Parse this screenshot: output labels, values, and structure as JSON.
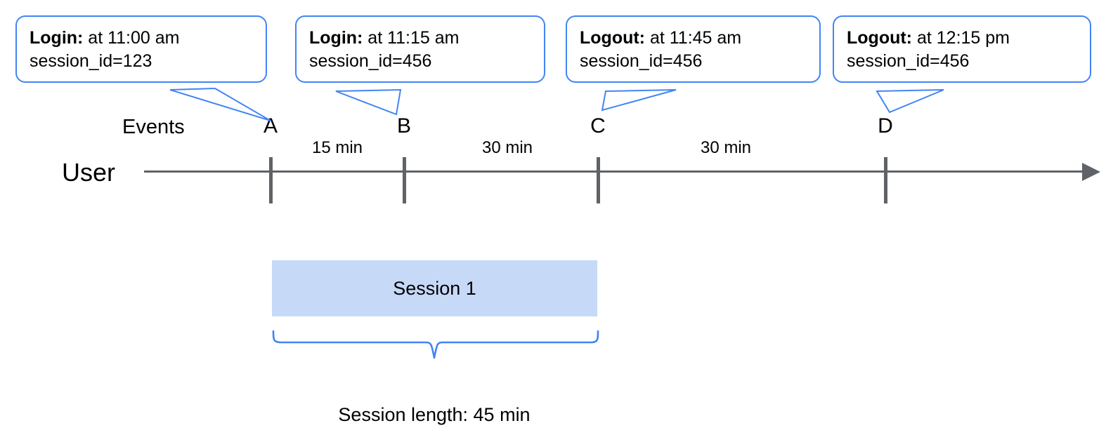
{
  "diagram": {
    "row_labels": {
      "events": "Events",
      "user": "User"
    },
    "callouts": [
      {
        "label": "Login:",
        "time_text": " at 11:00 am",
        "session_text": "session_id=123",
        "anchor": "A"
      },
      {
        "label": "Login:",
        "time_text": " at 11:15 am",
        "session_text": "session_id=456",
        "anchor": "B"
      },
      {
        "label": "Logout:",
        "time_text": " at 11:45 am",
        "session_text": "session_id=456",
        "anchor": "C"
      },
      {
        "label": "Logout:",
        "time_text": " at 12:15 pm",
        "session_text": "session_id=456",
        "anchor": "D"
      }
    ],
    "events": [
      {
        "letter": "A"
      },
      {
        "letter": "B"
      },
      {
        "letter": "C"
      },
      {
        "letter": "D"
      }
    ],
    "gaps": [
      {
        "text": "15 min",
        "from": "A",
        "to": "B"
      },
      {
        "text": "30 min",
        "from": "B",
        "to": "C"
      },
      {
        "text": "30 min",
        "from": "C",
        "to": "D"
      }
    ],
    "session": {
      "bar_label": "Session 1",
      "length_label": "Session length: 45 min"
    },
    "colors": {
      "callout_border": "#4285f4",
      "brace": "#4285f4",
      "session_fill": "#c6d9f7",
      "axis": "#5f6368",
      "text": "#000000"
    }
  }
}
